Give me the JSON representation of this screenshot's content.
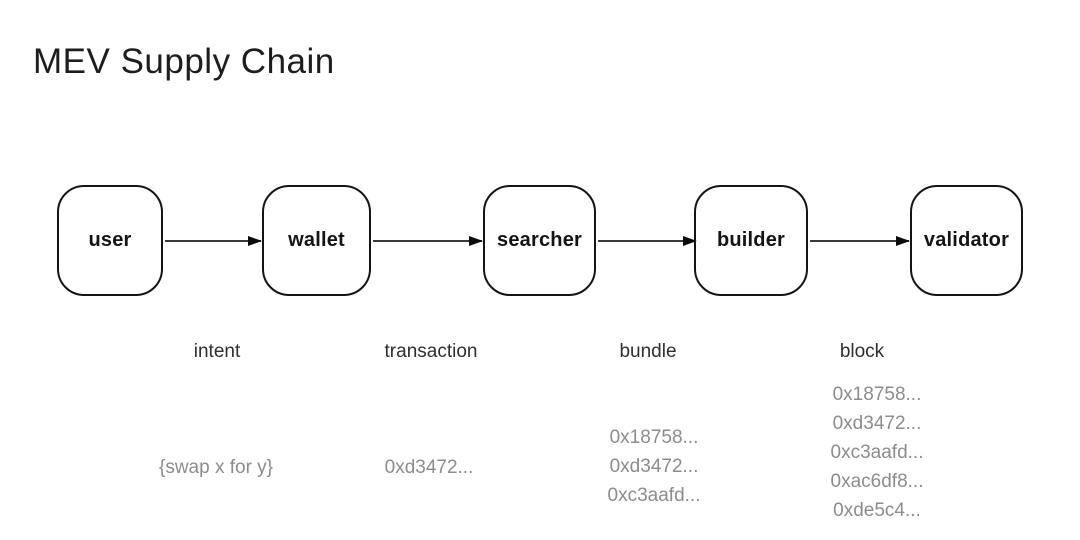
{
  "title": "MEV Supply Chain",
  "colors": {
    "background": "#ffffff",
    "box_border": "#141414",
    "box_label": "#141414",
    "title_text": "#1d1d1d",
    "stage_label": "#2e2e2e",
    "payload_text": "#8c8c8c",
    "arrow": "#3a3a3a"
  },
  "flow": {
    "nodes": [
      {
        "label": "user"
      },
      {
        "label": "wallet"
      },
      {
        "label": "searcher"
      },
      {
        "label": "builder"
      },
      {
        "label": "validator"
      }
    ],
    "edges": [
      {
        "label": "intent",
        "payload": "{swap x for y}"
      },
      {
        "label": "transaction",
        "payload": "0xd3472..."
      },
      {
        "label": "bundle",
        "payload_lines": [
          "0x18758...",
          "0xd3472...",
          "0xc3aafd..."
        ]
      },
      {
        "label": "block",
        "payload_lines": [
          "0x18758...",
          "0xd3472...",
          "0xc3aafd...",
          "0xac6df8...",
          "0xde5c4..."
        ]
      }
    ]
  }
}
